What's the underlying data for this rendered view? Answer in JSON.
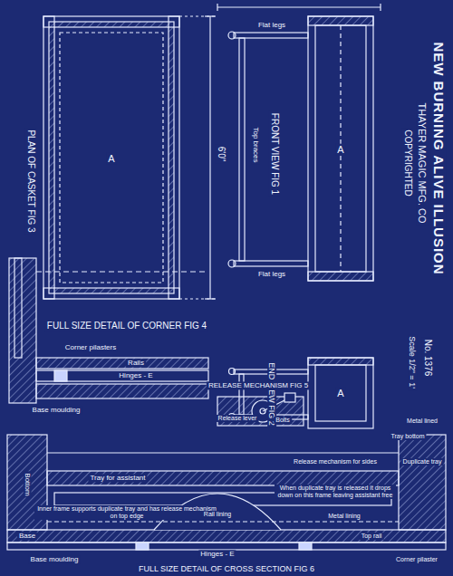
{
  "diagram": {
    "title": "NEW BURNING ALIVE ILLUSION",
    "labels": [
      "THAYER MAGIC MFG. CO",
      "COPYRIGHTED",
      "No. 1376",
      "Scale 1/2\" = 1'",
      "PLAN OF CASKET FIG 3",
      "A",
      "6'0\"",
      "FRONT VIEW FIG 1",
      "A",
      "Flat legs",
      "Flat legs",
      "Top braces",
      "END VIEW FIG 2",
      "A",
      "Tray bottom",
      "FULL SIZE DETAIL OF CORNER FIG 4",
      "Corner pilasters",
      "Rails",
      "Hinges - E",
      "Base moulding",
      "RELEASE MECHANISM FIG 5",
      "Release lever",
      "Bolts",
      "Tray for assistant",
      "Inner frame supports duplicate tray and has release mechanism on top edge",
      "Release mechanism for sides",
      "When duplicate tray is released it drops down on this frame leaving assistant free",
      "Metal lining",
      "Duplicate tray",
      "Top rail",
      "Hinges - E",
      "Base",
      "Base moulding",
      "Bottom",
      "Corner pilaster",
      "FULL SIZE DETAIL OF CROSS SECTION FIG 6",
      "Rail lining",
      "Metal lined"
    ]
  }
}
